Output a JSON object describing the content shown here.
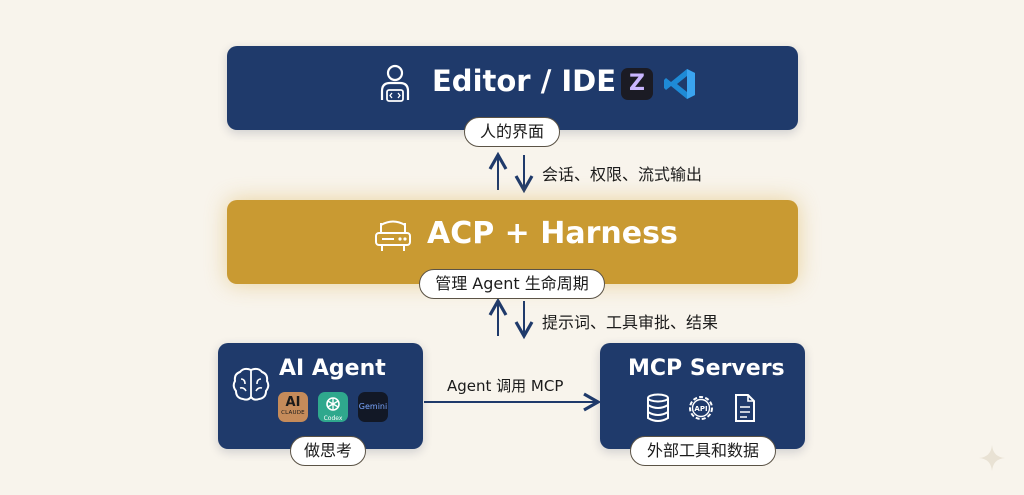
{
  "editor": {
    "title": "Editor / IDE",
    "pill": "人的界面",
    "icons": [
      "developer-icon",
      "zed-logo-icon",
      "vscode-logo-icon"
    ],
    "app_icon_text": {
      "zed": "Z"
    }
  },
  "edge_editor_acp": {
    "label": "会话、权限、流式输出"
  },
  "acp": {
    "title": "ACP + Harness",
    "pill": "管理 Agent 生命周期",
    "icons": [
      "router-icon"
    ]
  },
  "edge_acp_agent": {
    "label": "提示词、工具审批、结果"
  },
  "agent": {
    "title": "AI Agent",
    "pill": "做思考",
    "icons": [
      "brain-icon"
    ],
    "models": [
      {
        "name": "claude-logo-icon",
        "mark": "AI",
        "caption": "CLAUDE"
      },
      {
        "name": "codex-logo-icon",
        "caption": "Codex"
      },
      {
        "name": "gemini-logo-icon",
        "caption": "Gemini"
      }
    ]
  },
  "edge_agent_mcp": {
    "label": "Agent 调用 MCP"
  },
  "mcp": {
    "title": "MCP Servers",
    "pill": "外部工具和数据",
    "icons": [
      "database-icon",
      "api-gear-icon",
      "document-icon"
    ],
    "api_icon_text": "API"
  },
  "colors": {
    "background": "#f8f4ec",
    "navy": "#1f3a6b",
    "gold": "#c99a32",
    "arrow": "#1f3a6b"
  }
}
